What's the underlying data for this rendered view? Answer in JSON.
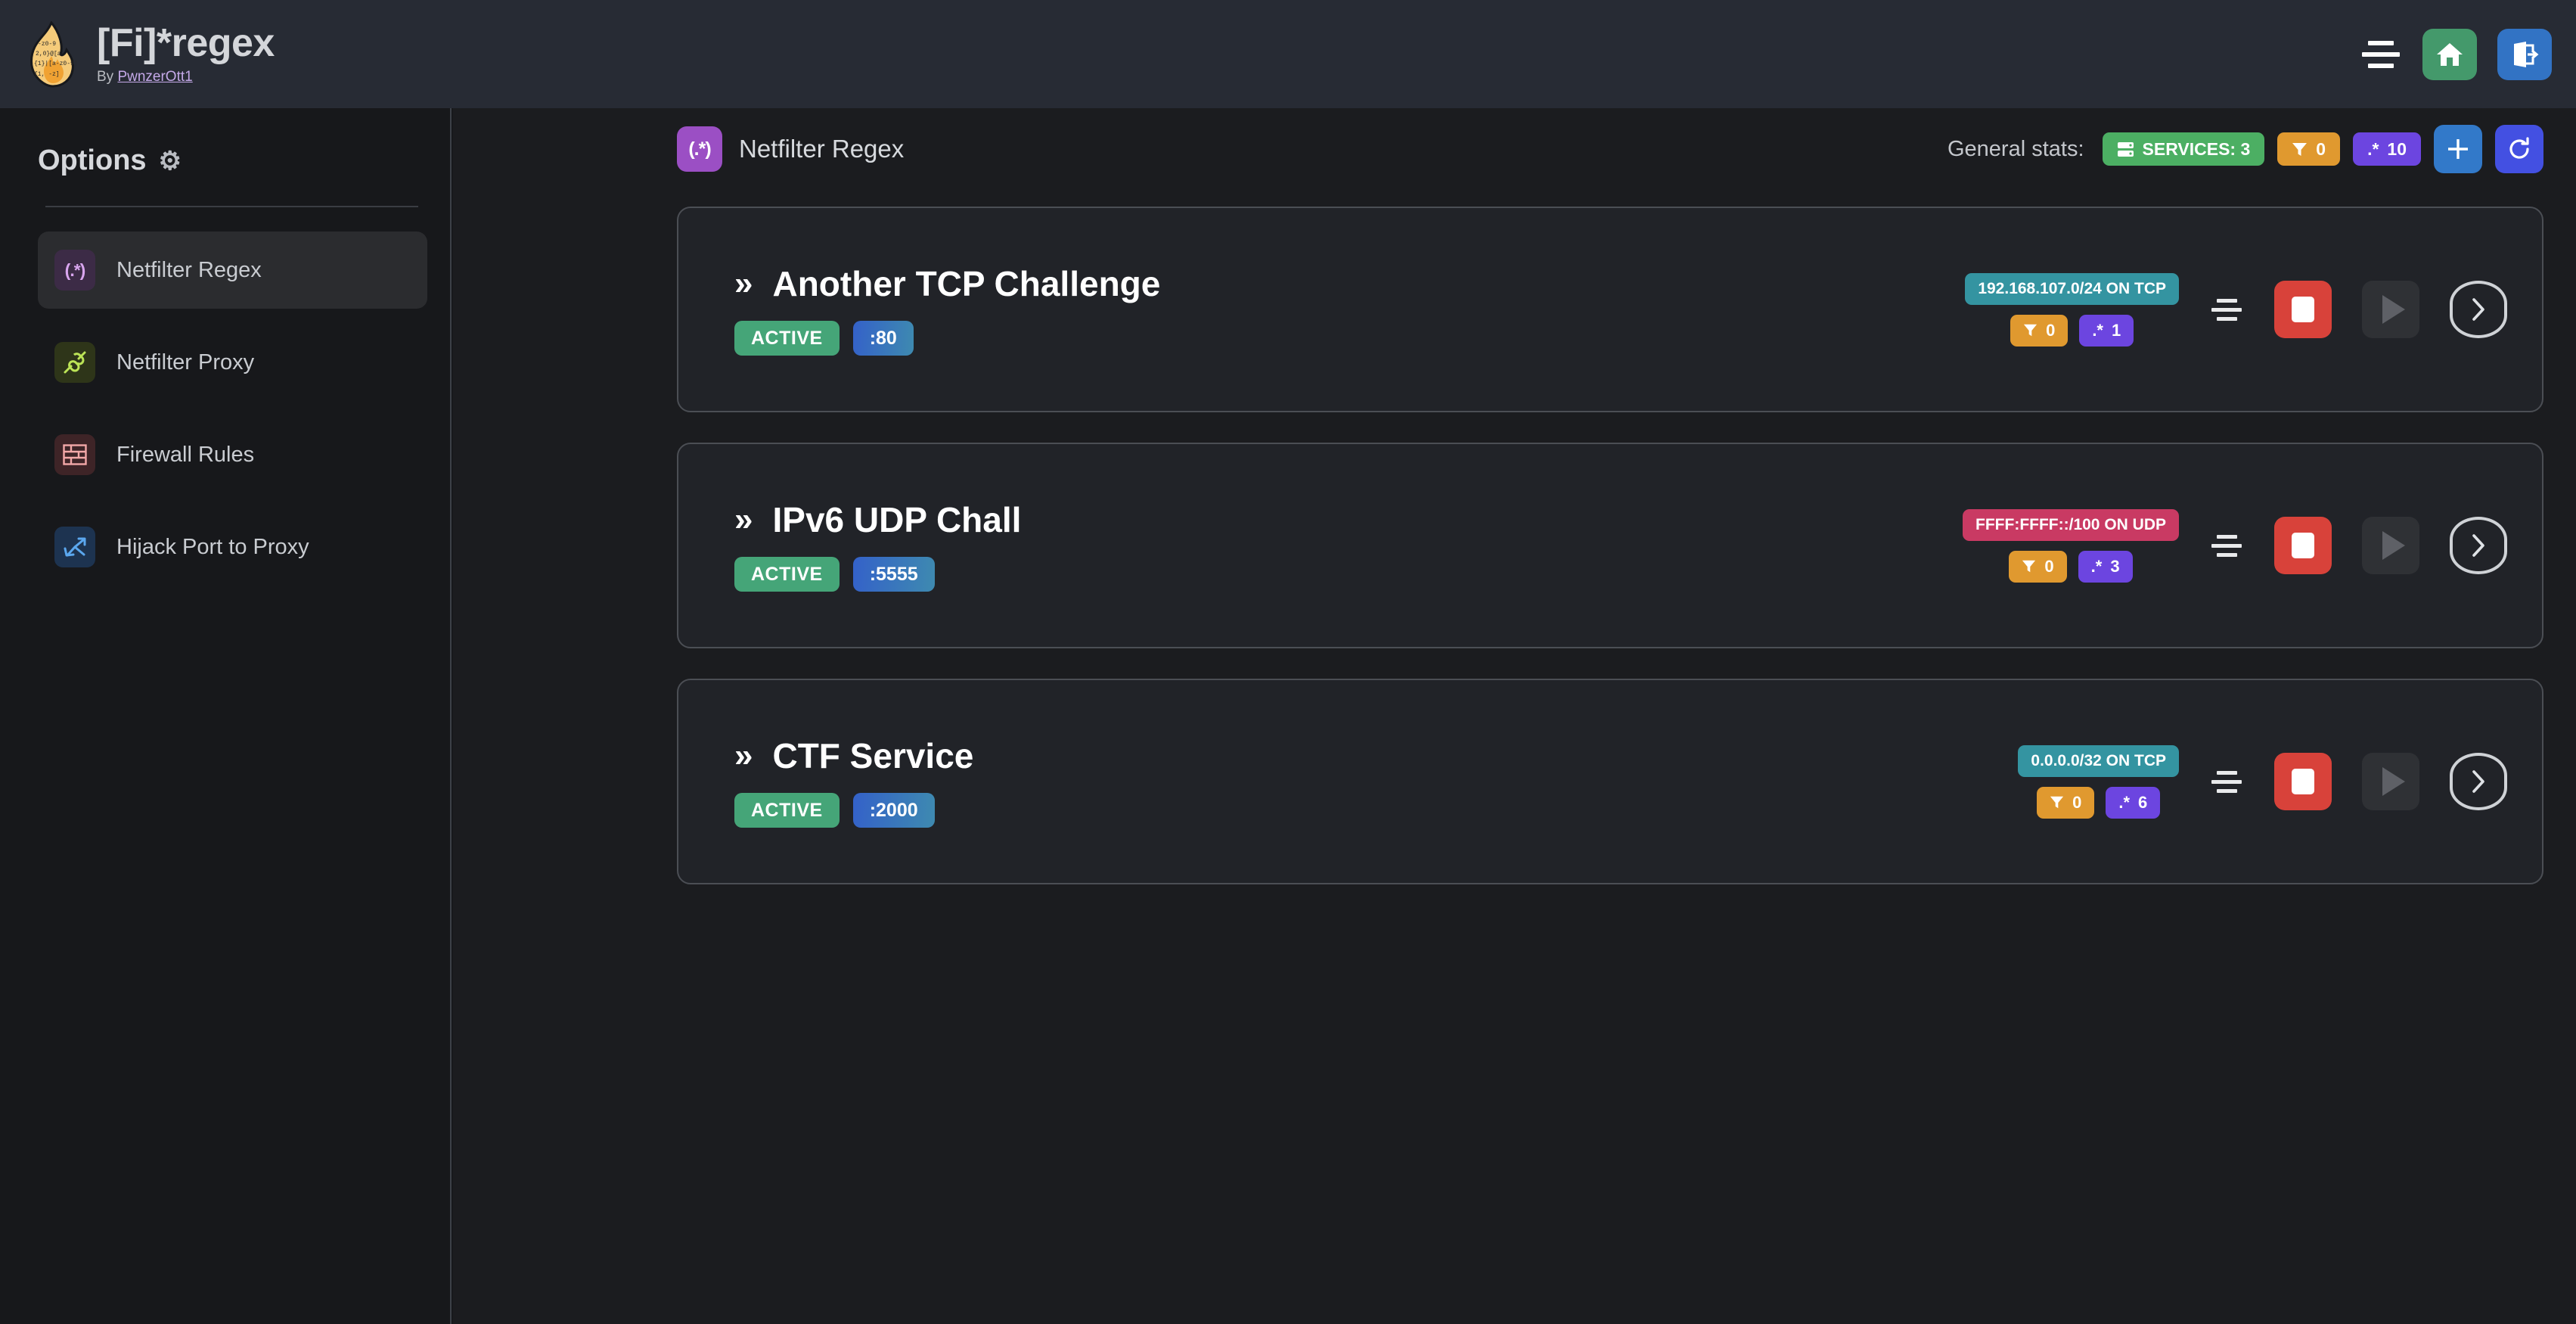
{
  "header": {
    "app_title": "[Fi]*regex",
    "by_prefix": "By ",
    "author": "PwnzerOtt1",
    "logo_icon": "flame-regex-logo",
    "menu_icon": "align-center-icon",
    "home_icon": "home-icon",
    "logout_icon": "logout-icon"
  },
  "sidebar": {
    "title": "Options",
    "gear_icon": "gear-icon",
    "items": [
      {
        "label": "Netfilter Regex",
        "icon": "regex-icon",
        "glyph": "(.*)",
        "active": true
      },
      {
        "label": "Netfilter Proxy",
        "icon": "plug-icon",
        "glyph": "",
        "active": false
      },
      {
        "label": "Firewall Rules",
        "icon": "brick-wall-icon",
        "glyph": "",
        "active": false
      },
      {
        "label": "Hijack Port to Proxy",
        "icon": "branch-icon",
        "glyph": "",
        "active": false
      }
    ]
  },
  "main": {
    "page_icon_glyph": "(.*)",
    "page_title": "Netfilter Regex",
    "stats_label": "General stats:",
    "stats": {
      "services_icon": "server-icon",
      "services_text": "SERVICES: 3",
      "filter_icon": "filter-icon",
      "filter_count": "0",
      "regex_icon": ".*",
      "regex_count": "10"
    },
    "add_button_icon": "plus-icon",
    "refresh_button_icon": "refresh-icon"
  },
  "services": [
    {
      "chevron": "»",
      "name": "Another TCP Challenge",
      "status": "ACTIVE",
      "port": ":80",
      "network": "192.168.107.0/24 ON TCP",
      "network_kind": "tcp",
      "filter_count": "0",
      "regex_count": "1",
      "drag_icon": "drag-handle-icon",
      "stop_icon": "stop-icon",
      "play_icon": "play-icon",
      "open_icon": "chevron-right-icon"
    },
    {
      "chevron": "»",
      "name": "IPv6 UDP Chall",
      "status": "ACTIVE",
      "port": ":5555",
      "network": "FFFF:FFFF::/100 ON UDP",
      "network_kind": "udp",
      "filter_count": "0",
      "regex_count": "3",
      "drag_icon": "drag-handle-icon",
      "stop_icon": "stop-icon",
      "play_icon": "play-icon",
      "open_icon": "chevron-right-icon"
    },
    {
      "chevron": "»",
      "name": "CTF Service",
      "status": "ACTIVE",
      "port": ":2000",
      "network": "0.0.0.0/32 ON TCP",
      "network_kind": "tcp",
      "filter_count": "0",
      "regex_count": "6",
      "drag_icon": "drag-handle-icon",
      "stop_icon": "stop-icon",
      "play_icon": "play-icon",
      "open_icon": "chevron-right-icon"
    }
  ],
  "colors": {
    "topbar": "#272b34",
    "page_bg": "#1b1c1f",
    "sidebar_bg": "#17181b",
    "card_bg": "#212328",
    "card_border": "#4b4e54",
    "accent_green": "#44996b",
    "accent_blue": "#3273c4",
    "services_green": "#4caf63",
    "filter_orange": "#e0992f",
    "regex_purple": "#6c45e0",
    "net_tcp_teal": "#3494a1",
    "net_udp_pink": "#c93a63",
    "stop_red": "#d8423a",
    "add_blue": "#3279c9",
    "refresh_indigo": "#4350e2",
    "page_icon_purple": "#9b4fc4"
  }
}
